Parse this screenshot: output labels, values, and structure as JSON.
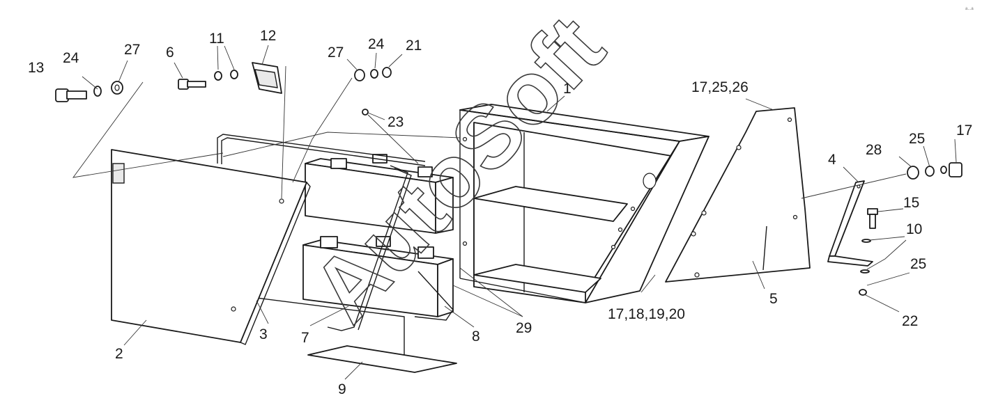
{
  "watermark": {
    "text": "AutoSoft",
    "corner_text": "a...a"
  },
  "labels": [
    {
      "id": "13",
      "text": "13"
    },
    {
      "id": "24a",
      "text": "24"
    },
    {
      "id": "27a",
      "text": "27"
    },
    {
      "id": "6",
      "text": "6"
    },
    {
      "id": "11",
      "text": "11"
    },
    {
      "id": "12",
      "text": "12"
    },
    {
      "id": "27b",
      "text": "27"
    },
    {
      "id": "24b",
      "text": "24"
    },
    {
      "id": "21",
      "text": "21"
    },
    {
      "id": "23",
      "text": "23"
    },
    {
      "id": "1",
      "text": "1"
    },
    {
      "id": "17-25-26",
      "text": "17,25,26"
    },
    {
      "id": "17a",
      "text": "17"
    },
    {
      "id": "25a",
      "text": "25"
    },
    {
      "id": "28",
      "text": "28"
    },
    {
      "id": "4",
      "text": "4"
    },
    {
      "id": "15",
      "text": "15"
    },
    {
      "id": "10",
      "text": "10"
    },
    {
      "id": "25b",
      "text": "25"
    },
    {
      "id": "22",
      "text": "22"
    },
    {
      "id": "5",
      "text": "5"
    },
    {
      "id": "17-18-19-20",
      "text": "17,18,19,20"
    },
    {
      "id": "29",
      "text": "29"
    },
    {
      "id": "8",
      "text": "8"
    },
    {
      "id": "7",
      "text": "7"
    },
    {
      "id": "3",
      "text": "3"
    },
    {
      "id": "2",
      "text": "2"
    },
    {
      "id": "9",
      "text": "9"
    }
  ]
}
